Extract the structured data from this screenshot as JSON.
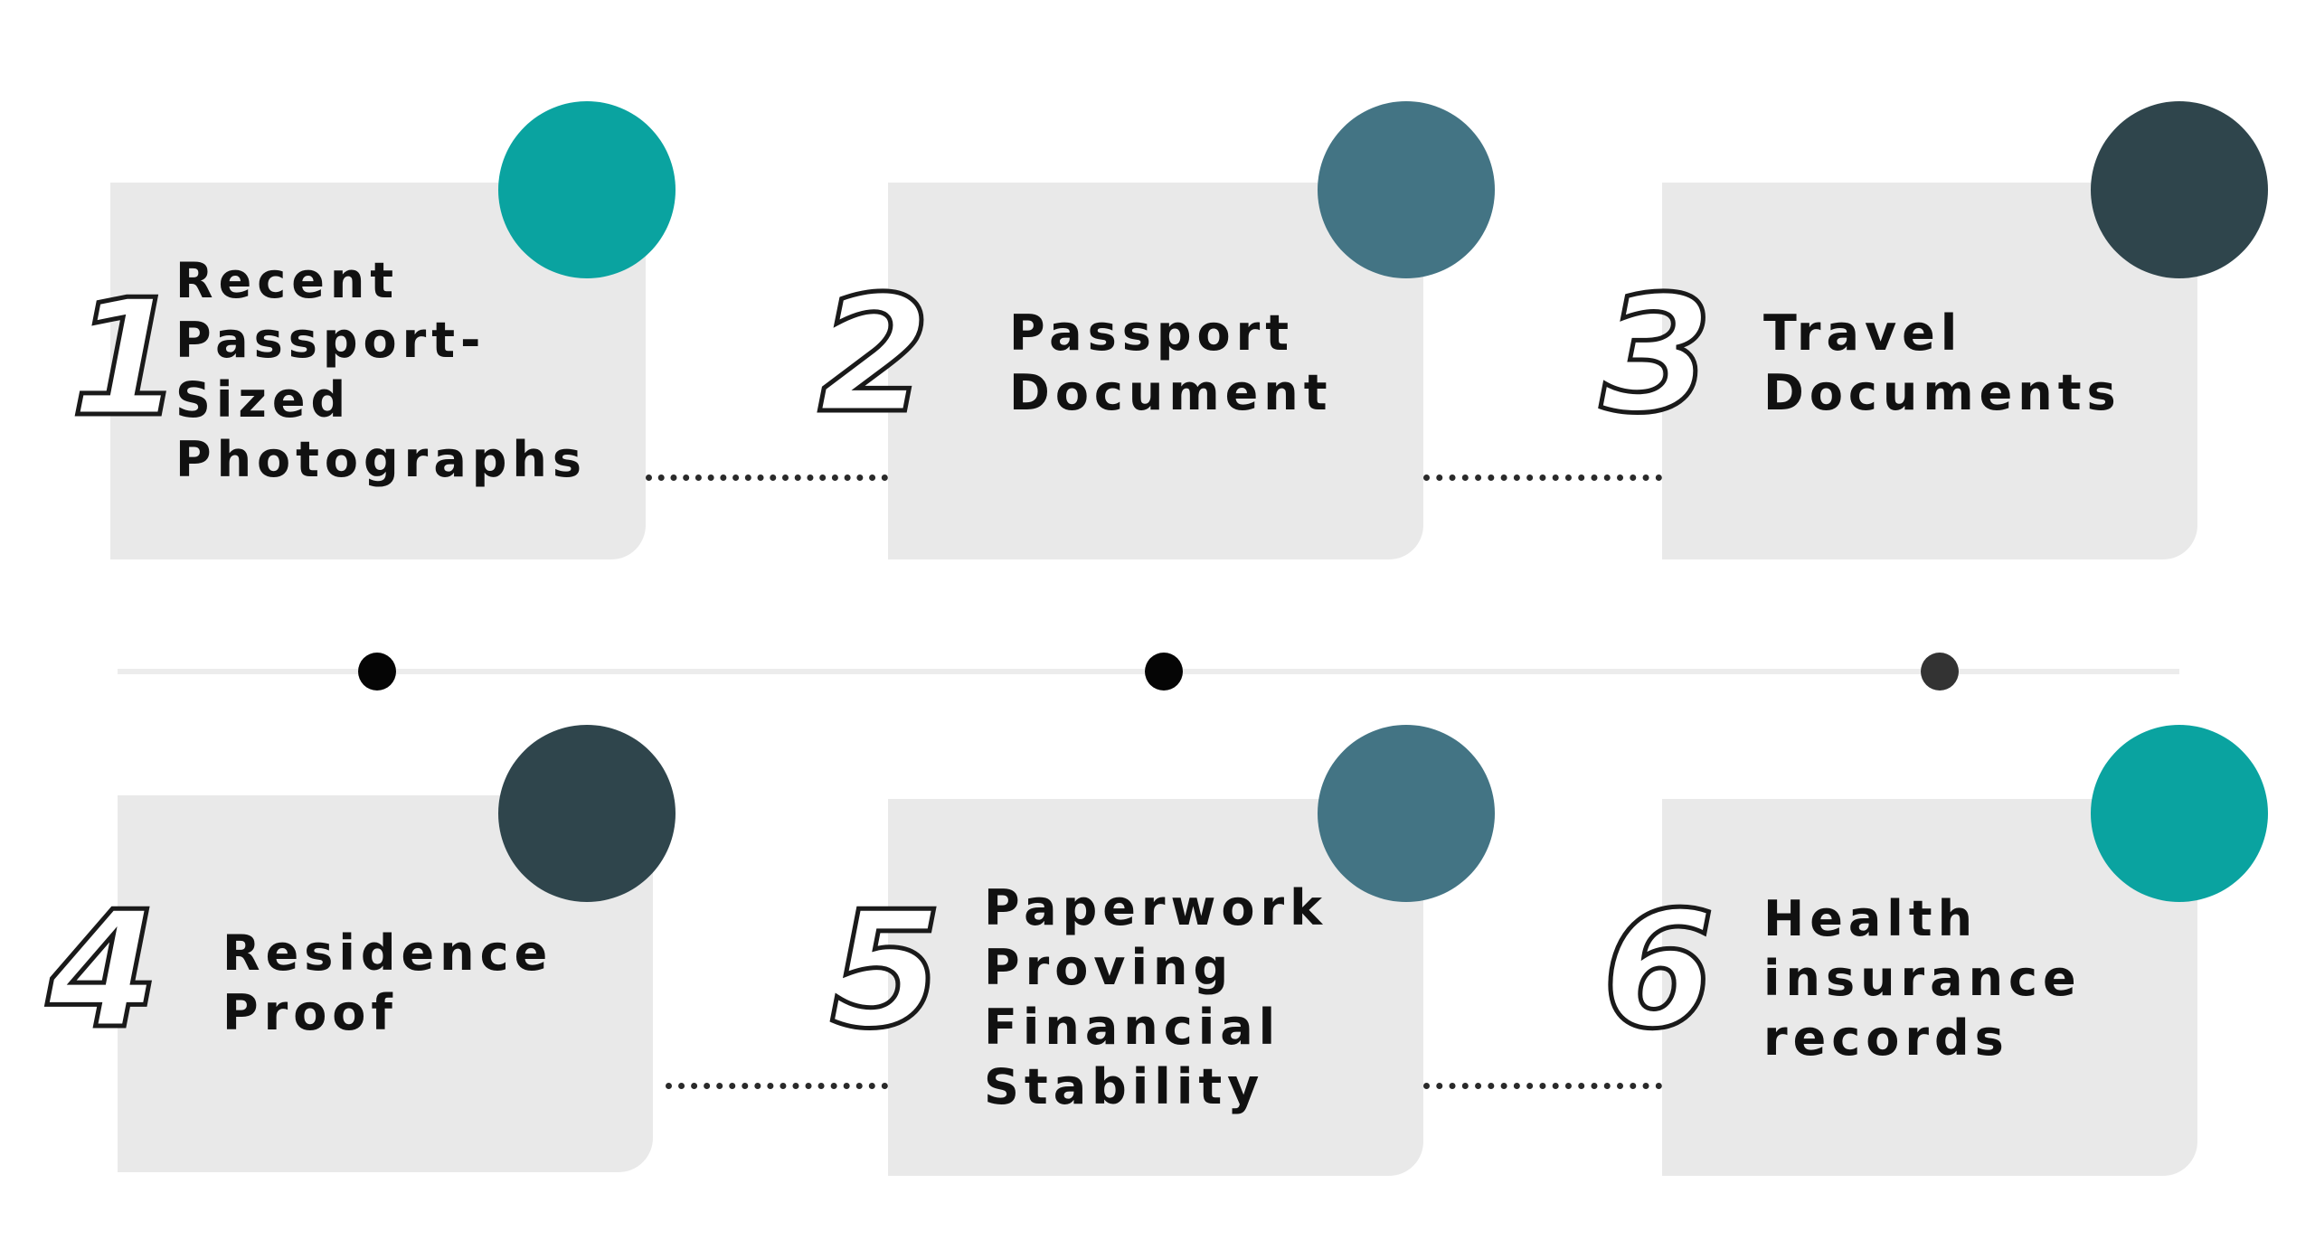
{
  "colors": {
    "card": "#e9e9e9",
    "teal": "#0aa3a0",
    "steel": "#437484",
    "dark": "#2f454c",
    "timeline_dot": "#050505",
    "timeline_dot_last": "#333333"
  },
  "steps": [
    {
      "number": "1",
      "label": "Recent\nPassport-\nSized\nPhotographs"
    },
    {
      "number": "2",
      "label": "Passport\nDocument"
    },
    {
      "number": "3",
      "label": "Travel\nDocuments"
    },
    {
      "number": "4",
      "label": "Residence\nProof"
    },
    {
      "number": "5",
      "label": "Paperwork\nProving\nFinancial\nStability"
    },
    {
      "number": "6",
      "label": "Health\ninsurance\nrecords"
    }
  ]
}
